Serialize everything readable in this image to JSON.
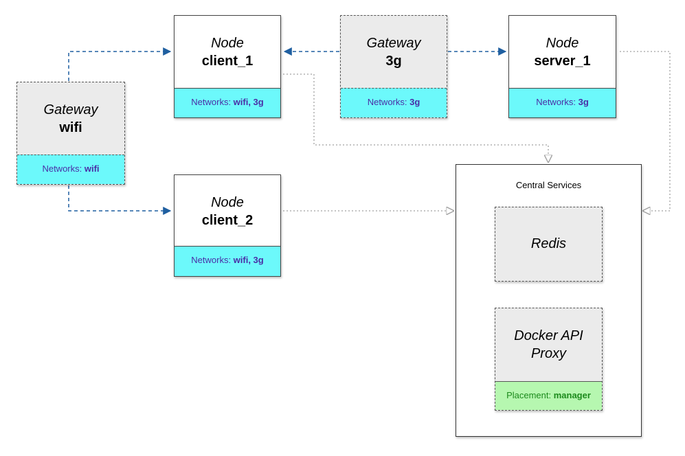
{
  "nodes": {
    "client_1": {
      "kind": "Node",
      "name": "client_1",
      "networks_label": "Networks:",
      "networks": "wifi, 3g"
    },
    "client_2": {
      "kind": "Node",
      "name": "client_2",
      "networks_label": "Networks:",
      "networks": "wifi, 3g"
    },
    "server_1": {
      "kind": "Node",
      "name": "server_1",
      "networks_label": "Networks:",
      "networks": "3g"
    }
  },
  "gateways": {
    "wifi": {
      "kind": "Gateway",
      "name": "wifi",
      "networks_label": "Networks:",
      "networks": "wifi"
    },
    "3g": {
      "kind": "Gateway",
      "name": "3g",
      "networks_label": "Networks:",
      "networks": "3g"
    }
  },
  "central_services": {
    "label": "Central Services",
    "redis": {
      "name": "Redis"
    },
    "docker_proxy": {
      "name_line1": "Docker API",
      "name_line2": "Proxy",
      "placement_label": "Placement:",
      "placement": "manager"
    }
  },
  "colors": {
    "networks_bg": "#6cf9fb",
    "placement_bg": "#b6f7b0",
    "gateway_bg": "#ebebeb",
    "blue_arrow": "#1f5fa0",
    "gray_arrow": "#a0a0a0",
    "networks_text": "#4a2ea6",
    "placement_text": "#1c8a1c"
  }
}
